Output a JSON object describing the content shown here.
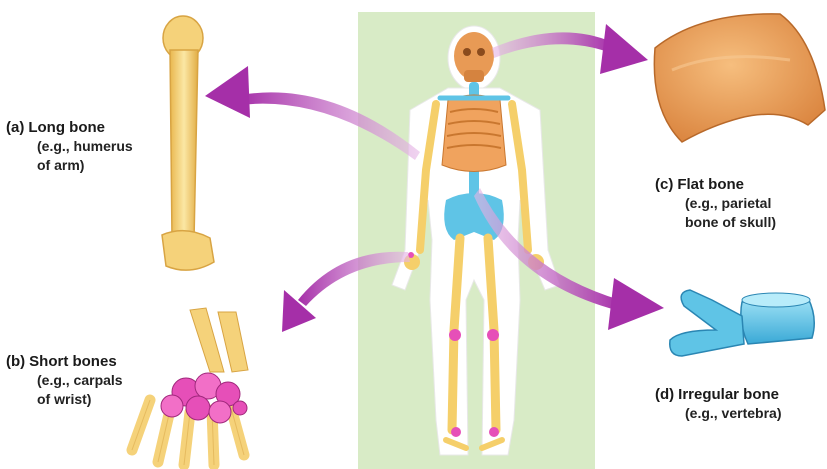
{
  "labels": {
    "long": {
      "letter": "(a)",
      "name": "Long bone",
      "example_line1": "(e.g., humerus",
      "example_line2": "of arm)"
    },
    "short": {
      "letter": "(b)",
      "name": "Short bones",
      "example_line1": "(e.g., carpals",
      "example_line2": "of wrist)"
    },
    "flat": {
      "letter": "(c)",
      "name": "Flat bone",
      "example_line1": "(e.g., parietal",
      "example_line2": "bone of skull)"
    },
    "irregular": {
      "letter": "(d)",
      "name": "Irregular bone",
      "example_line1": "(e.g., vertebra)"
    }
  },
  "colors": {
    "panel": "#d8ebc6",
    "long_bone": "#f6d77e",
    "short_bone": "#e64fb8",
    "flat_bone": "#e89a55",
    "irregular_bone": "#5fc4e6",
    "arrow": "#b03fb0"
  }
}
